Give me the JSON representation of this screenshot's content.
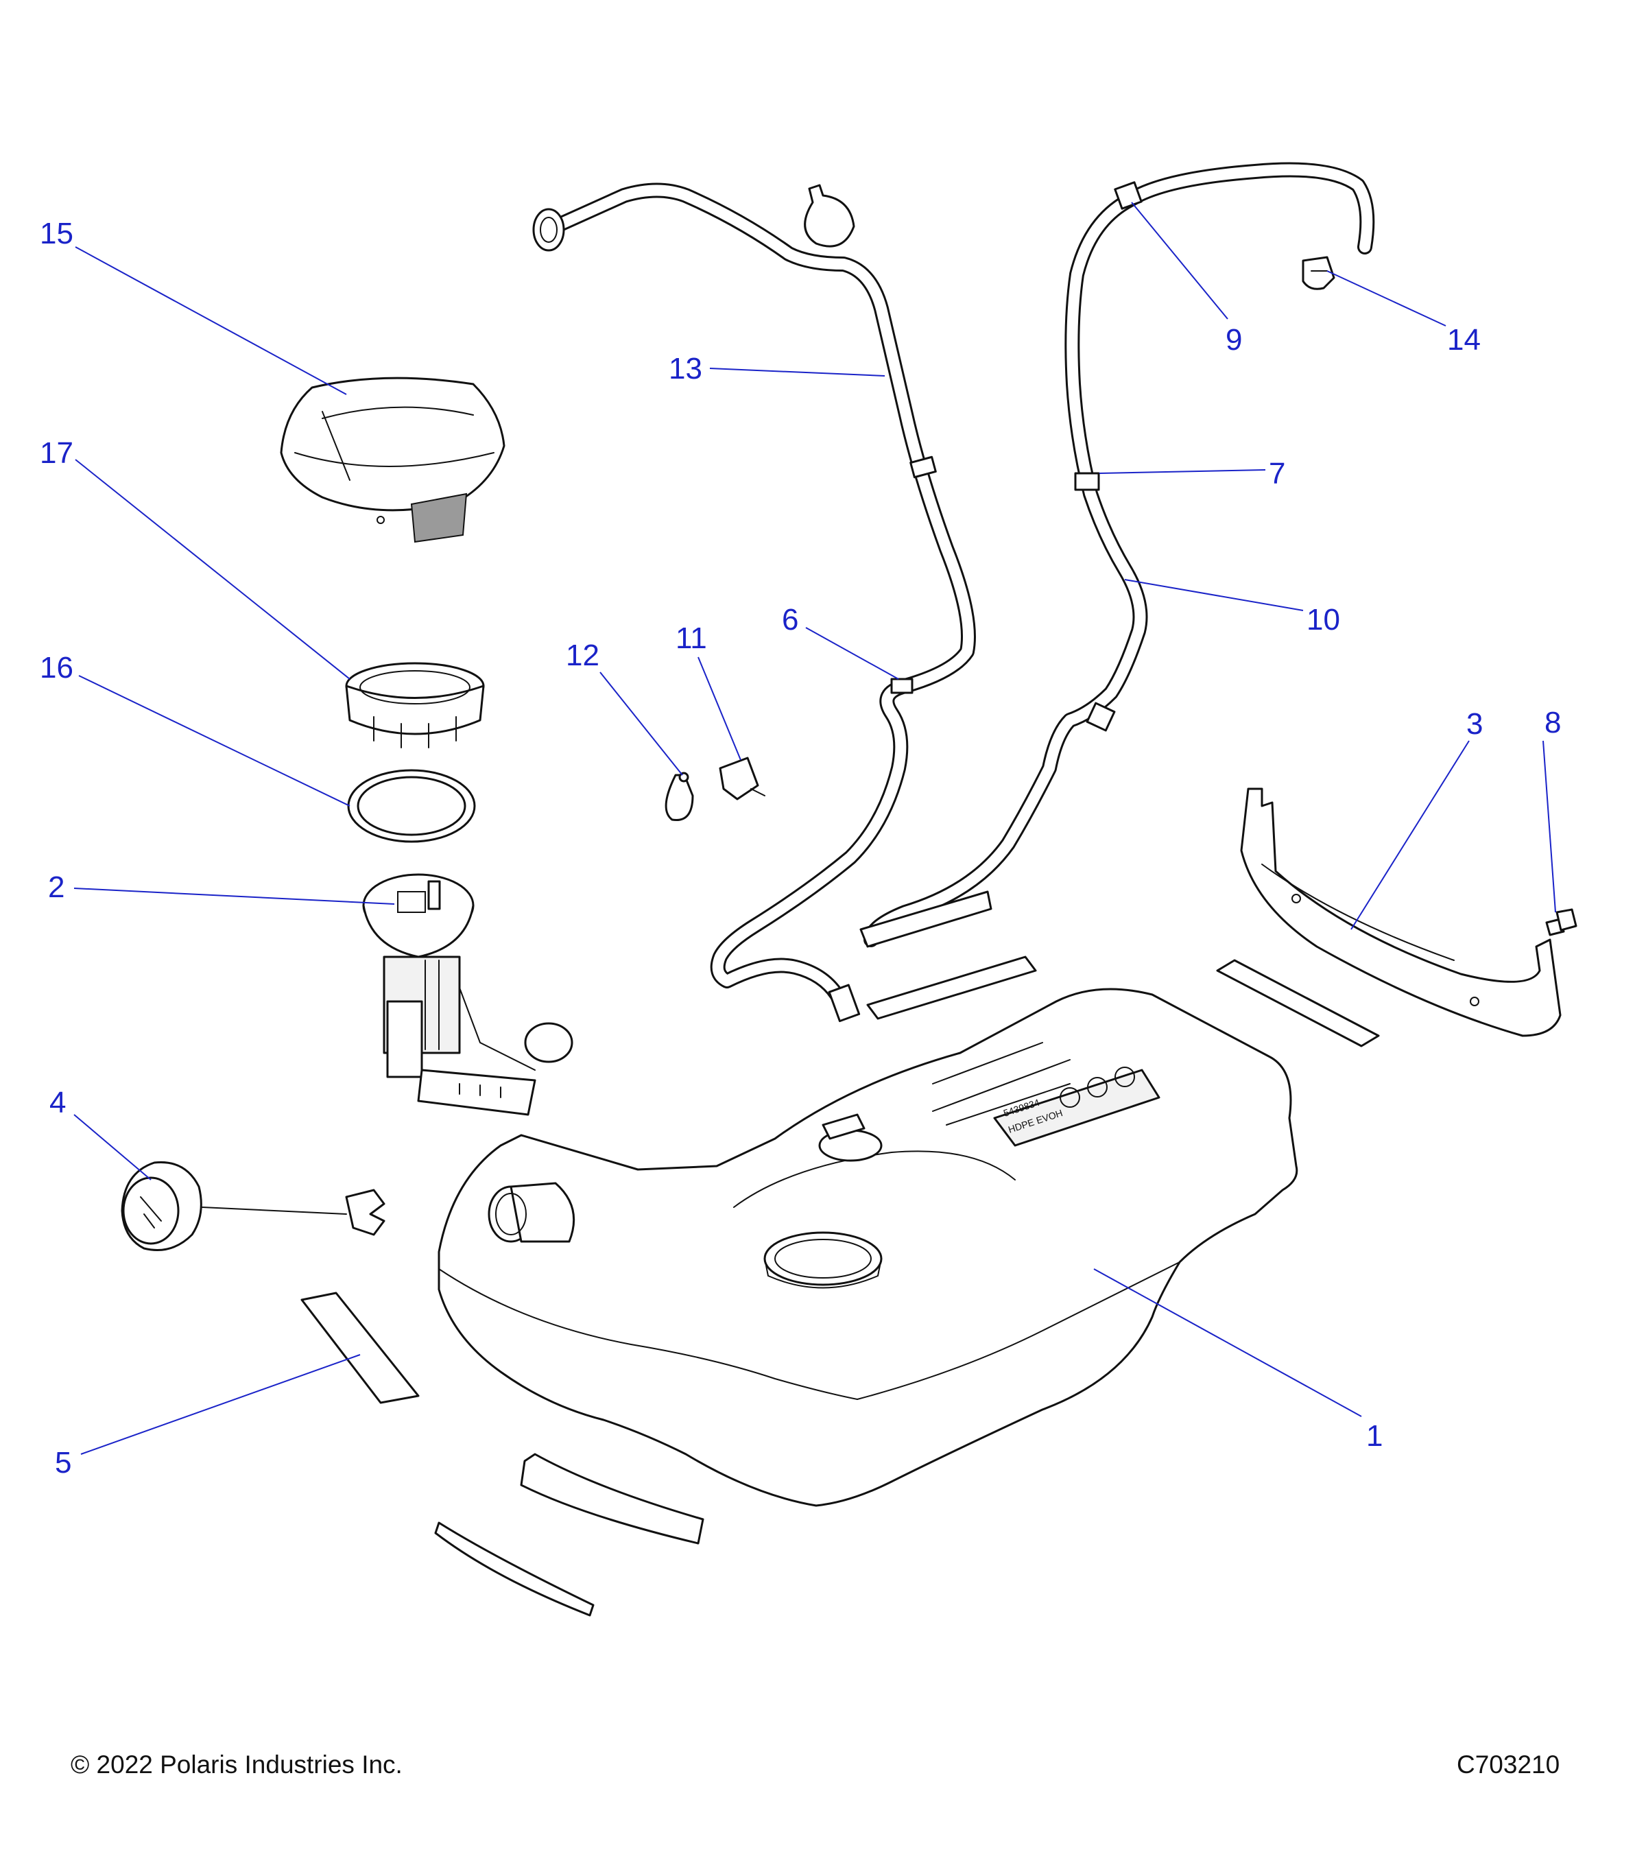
{
  "diagram": {
    "callouts": [
      "1",
      "2",
      "3",
      "4",
      "5",
      "6",
      "7",
      "8",
      "9",
      "10",
      "11",
      "12",
      "13",
      "14",
      "15",
      "16",
      "17"
    ],
    "label_plate_text": [
      "5439834",
      "HDPE  EVOH"
    ]
  },
  "footer": {
    "copyright": "© 2022 Polaris Industries Inc.",
    "drawing_id": "C703210"
  },
  "colors": {
    "callout": "#1a23c8",
    "outline": "#111111",
    "background": "#ffffff"
  }
}
